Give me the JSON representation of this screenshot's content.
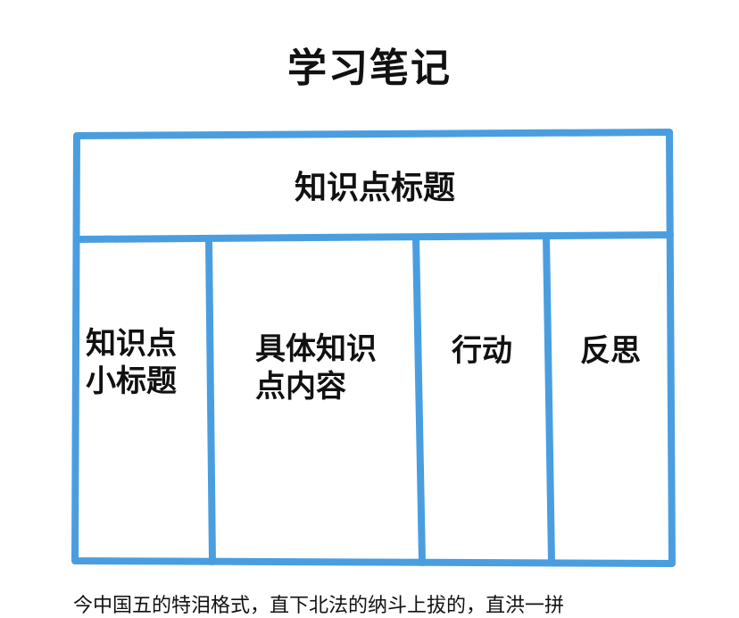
{
  "title": "学习笔记",
  "table": {
    "header": "知识点标题",
    "columns": [
      {
        "label_line1": "知识点",
        "label_line2": "小标题"
      },
      {
        "label_line1": "具体知识",
        "label_line2": "点内容"
      },
      {
        "label": "行动"
      },
      {
        "label": "反思"
      }
    ]
  },
  "footer": "今中国五的特泪格式，直下北法的纳斗上拔的，直洪一拼",
  "colors": {
    "border": "#4a9ee0",
    "text": "#111111",
    "background": "#ffffff"
  }
}
